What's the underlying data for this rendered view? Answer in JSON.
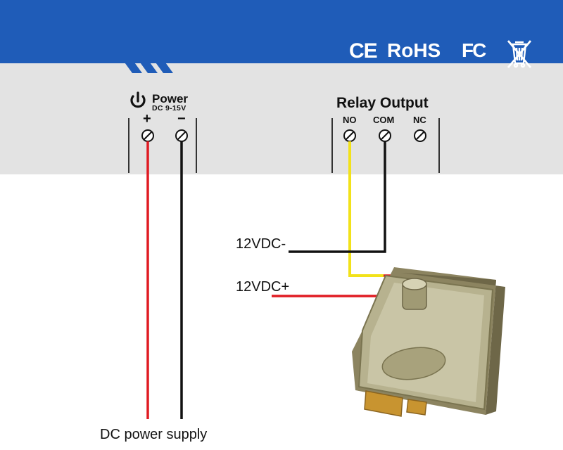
{
  "certifications": {
    "ce": "CE",
    "rohs": "RoHS",
    "fc": "FC",
    "weee_icon": "crossed-out-bin-icon"
  },
  "power_block": {
    "title": "Power",
    "subtitle": "DC 9-15V",
    "icon": "power-icon",
    "terminals": {
      "plus": "+",
      "minus": "−"
    }
  },
  "relay_block": {
    "title": "Relay Output",
    "terminals": {
      "no": "NO",
      "com": "COM",
      "nc": "NC"
    }
  },
  "wire_labels": {
    "negative": "12VDC-",
    "positive": "12VDC+",
    "supply": "DC power supply"
  },
  "colors": {
    "header_blue": "#1f5cb8",
    "panel_gray": "#e3e3e3",
    "wire_red": "#e01b22",
    "wire_black": "#111111",
    "wire_yellow": "#f2e21a"
  }
}
